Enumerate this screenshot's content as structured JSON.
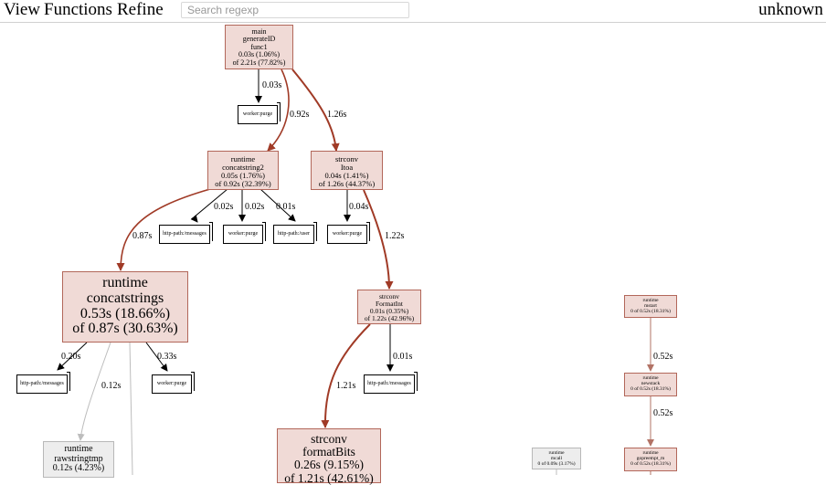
{
  "menu": {
    "view": "View",
    "functions": "Functions",
    "refine": "Refine"
  },
  "search": {
    "placeholder": "Search regexp"
  },
  "context_label": "unknown c",
  "nodes": {
    "main": {
      "l1": "main",
      "l2": "generateID",
      "l3": "func1",
      "l4": "0.03s (1.06%)",
      "l5": "of 2.21s (77.82%)"
    },
    "concatstring2": {
      "l1": "runtime",
      "l2": "concatstring2",
      "l3": "0.05s (1.76%)",
      "l4": "of 0.92s (32.39%)"
    },
    "itoa": {
      "l1": "strconv",
      "l2": "Itoa",
      "l3": "0.04s (1.41%)",
      "l4": "of 1.26s (44.37%)"
    },
    "concatstrings": {
      "l1": "runtime",
      "l2": "concatstrings",
      "l3": "0.53s (18.66%)",
      "l4": "of 0.87s (30.63%)"
    },
    "formatint": {
      "l1": "strconv",
      "l2": "FormatInt",
      "l3": "0.01s (0.35%)",
      "l4": "of 1.22s (42.96%)"
    },
    "formatbits": {
      "l1": "strconv",
      "l2": "formatBits",
      "l3": "0.26s (9.15%)",
      "l4": "of 1.21s (42.61%)"
    },
    "rawstringtmp": {
      "l1": "runtime",
      "l2": "rawstringtmp",
      "l3": "0.12s (4.23%)"
    },
    "mstart": {
      "l1": "runtime",
      "l2": "mstart",
      "l3": "0 of 0.52s (18.31%)"
    },
    "newstack": {
      "l1": "runtime",
      "l2": "newstack",
      "l3": "0 of 0.52s (18.31%)"
    },
    "gopreempt": {
      "l1": "runtime",
      "l2": "gopreempt_m",
      "l3": "0 of 0.52s (18.31%)"
    },
    "mcall": {
      "l1": "runtime",
      "l2": "mcall",
      "l3": "0 of 0.09s (3.17%)"
    }
  },
  "leaves": {
    "worker_purge_1": "worker:purge",
    "http_messages_1": "http-path:/messages",
    "worker_purge_2": "worker:purge",
    "http_user": "http-path:/user",
    "worker_purge_3": "worker:purge",
    "http_messages_2": "http-path:/messages",
    "worker_purge_4": "worker:purge",
    "http_messages_3": "http-path:/messages"
  },
  "edges": {
    "main_purge": "0.03s",
    "main_concat2": "0.92s",
    "main_itoa": "1.26s",
    "concat2_messages": "0.02s",
    "concat2_purge": "0.02s",
    "concat2_user": "0.01s",
    "concat2_concatstrings": "0.87s",
    "itoa_purge": "0.04s",
    "itoa_formatint": "1.22s",
    "concatstrings_messages": "0.20s",
    "concatstrings_rawstringtmp": "0.12s",
    "concatstrings_purge": "0.33s",
    "formatint_messages": "0.01s",
    "formatint_formatbits": "1.21s",
    "mstart_newstack": "0.52s",
    "newstack_gopreempt": "0.52s"
  },
  "colors": {
    "node_fill": "#f0dad6",
    "node_border": "#b2675a",
    "hot_edge": "#a03a26",
    "warm_edge": "#b27366",
    "cold_edge": "#bdbdbd"
  }
}
